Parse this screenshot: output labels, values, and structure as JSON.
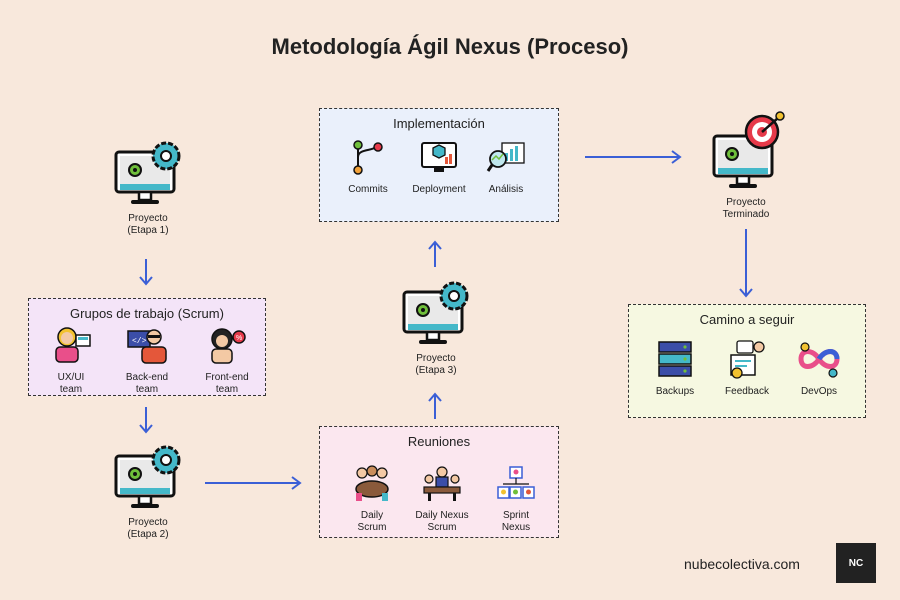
{
  "title": "Metodología Ágil Nexus (Proceso)",
  "nodes": {
    "stage1": {
      "line1": "Proyecto",
      "line2": "(Etapa 1)"
    },
    "stage2": {
      "line1": "Proyecto",
      "line2": "(Etapa 2)"
    },
    "stage3": {
      "line1": "Proyecto",
      "line2": "(Etapa 3)"
    },
    "finished": {
      "line1": "Proyecto",
      "line2": "Terminado"
    }
  },
  "groups": {
    "title": "Grupos de trabajo (Scrum)",
    "items": [
      {
        "line1": "UX/UI",
        "line2": "team"
      },
      {
        "line1": "Back-end",
        "line2": "team"
      },
      {
        "line1": "Front-end",
        "line2": "team"
      }
    ]
  },
  "meetings": {
    "title": "Reuniones",
    "items": [
      {
        "line1": "Daily",
        "line2": "Scrum"
      },
      {
        "line1": "Daily Nexus",
        "line2": "Scrum"
      },
      {
        "line1": "Sprint",
        "line2": "Nexus"
      }
    ]
  },
  "implementation": {
    "title": "Implementación",
    "items": [
      {
        "label": "Commits"
      },
      {
        "label": "Deployment"
      },
      {
        "label": "Análisis"
      }
    ]
  },
  "path": {
    "title": "Camino a seguir",
    "items": [
      {
        "label": "Backups"
      },
      {
        "label": "Feedback"
      },
      {
        "label": "DevOps"
      }
    ]
  },
  "footer": {
    "site": "nubecolectiva.com",
    "logo": "NC"
  },
  "colors": {
    "background": "#f8e8dc",
    "arrow": "#3b5fd6",
    "groups_box": "#f4e4f8",
    "meetings_box": "#fbe7ef",
    "implementation_box": "#eaf0fb",
    "path_box": "#f6f8e1"
  }
}
